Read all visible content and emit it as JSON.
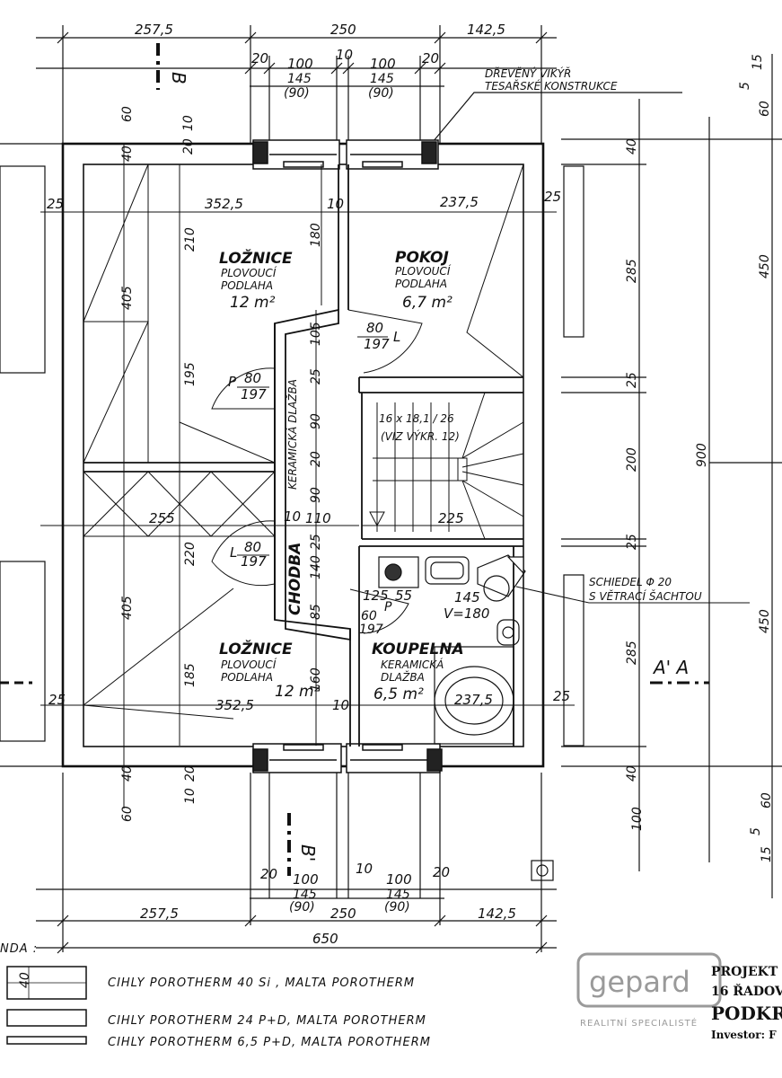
{
  "dims": {
    "top_left": "257,5",
    "top_mid": "250",
    "top_right": "142,5",
    "win_20a": "20",
    "win_100a": "100",
    "win_145a": "145",
    "win_90a": "(90)",
    "win_10": "10",
    "win_100b": "100",
    "win_145b": "145",
    "win_90b": "(90)",
    "win_20b": "20",
    "bot_left": "257,5",
    "bot_mid": "250",
    "bot_right": "142,5",
    "total": "650",
    "bwin_20a": "20",
    "bwin_100a": "100",
    "bwin_145a": "145",
    "bwin_90a": "(90)",
    "bwin_10": "10",
    "bwin_100b": "100",
    "bwin_145b": "145",
    "bwin_90b": "(90)",
    "bwin_20b": "20",
    "l_60": "60",
    "l_10": "10",
    "l_20": "20",
    "l_40": "40",
    "l_25": "25",
    "room1_w": "352,5",
    "room1_h1": "210",
    "room1_h2": "405",
    "room1_h3": "195",
    "d_180": "180",
    "d_10a": "10",
    "pokoj_w": "237,5",
    "r_25": "25",
    "d_105": "105",
    "d_25a": "25",
    "d_90a": "90",
    "d_20": "20",
    "d_90b": "90",
    "stairs": "16 x 18,1 / 26",
    "stairs_note": "(VIZ VÝKR. 12)",
    "d_10b": "10",
    "d_110": "110",
    "d_225": "225",
    "d_255": "255",
    "d_220": "220",
    "d_25b": "25",
    "d_140": "140",
    "d_85": "85",
    "d_125": "125",
    "d_55": "55",
    "d_145": "145",
    "v180": "V=180",
    "room4_h": "405",
    "room4_h2": "185",
    "room4_w": "352,5",
    "d_160": "160",
    "d_10c": "10",
    "kou_w": "237,5",
    "r_25b": "25",
    "l_25b": "25",
    "b_40": "40",
    "b_20": "20",
    "b_10": "10",
    "b_60": "60",
    "r_15": "15",
    "r_5": "5",
    "r_60": "60",
    "r_40": "40",
    "r_285": "285",
    "r_450": "450",
    "r_25c": "25",
    "r_200": "200",
    "r_900": "900",
    "r_25d": "25",
    "r_450b": "450",
    "r_285b": "285",
    "r_40b": "40",
    "r_100": "100",
    "r_15b": "15",
    "r_5b": "5",
    "r_60b": "60"
  },
  "rooms": {
    "loznice1_name": "LOŽNICE",
    "loznice1_floor1": "PLOVOUCÍ",
    "loznice1_floor2": "PODLAHA",
    "loznice1_area": "12 m²",
    "pokoj_name": "POKOJ",
    "pokoj_floor1": "PLOVOUCÍ",
    "pokoj_floor2": "PODLAHA",
    "pokoj_area": "6,7 m²",
    "chodba_name": "CHODBA",
    "chodba_floor": "KERAMICKÁ DLAŽBA",
    "loznice2_name": "LOŽNICE",
    "loznice2_floor1": "PLOVOUCÍ",
    "loznice2_floor2": "PODLAHA",
    "loznice2_area": "12 m²",
    "koupelna_name": "KOUPELNA",
    "koupelna_floor1": "KERAMICKÁ",
    "koupelna_floor2": "DLAŽBA",
    "koupelna_area": "6,5 m²"
  },
  "doors": {
    "d1_num": "80",
    "d1_den": "197",
    "d1_side": "L",
    "d2_pre": "P",
    "d2_num": "80",
    "d2_den": "197",
    "d3_pre": "L",
    "d3_num": "80",
    "d3_den": "197",
    "d4_num": "60",
    "d4_den": "197",
    "d4_side": "P"
  },
  "notes": {
    "dormer1": "DŘEVĚNÝ VIKÝŘ",
    "dormer2": "TESAŘSKÉ KONSTRUKCE",
    "chimney1": "SCHIEDEL Φ 20",
    "chimney2": "S VĚTRACÍ ŠACHTOU",
    "section_aa": "A' A",
    "section_b_top": "B",
    "section_b_bot": "B'"
  },
  "legend": {
    "title": "NDA :",
    "item1": "CIHLY POROTHERM 40 Si ,  MALTA POROTHERM",
    "item1_dim": "40",
    "item2": "CIHLY POROTHERM 24 P+D,  MALTA POROTHERM",
    "item3": "CIHLY POROTHERM 6,5 P+D,  MALTA POROTHERM"
  },
  "logo": {
    "name": "gepard",
    "tagline": "REALITNÍ SPECIALISTÉ"
  },
  "project": {
    "line1": "PROJEKT",
    "line2": "16 ŘADOV",
    "line3": "PODKR",
    "investor": "Investor:  F"
  },
  "colors": {
    "ink": "#111111",
    "paper": "#ffffff",
    "logo_grey": "#9a9a9a"
  }
}
